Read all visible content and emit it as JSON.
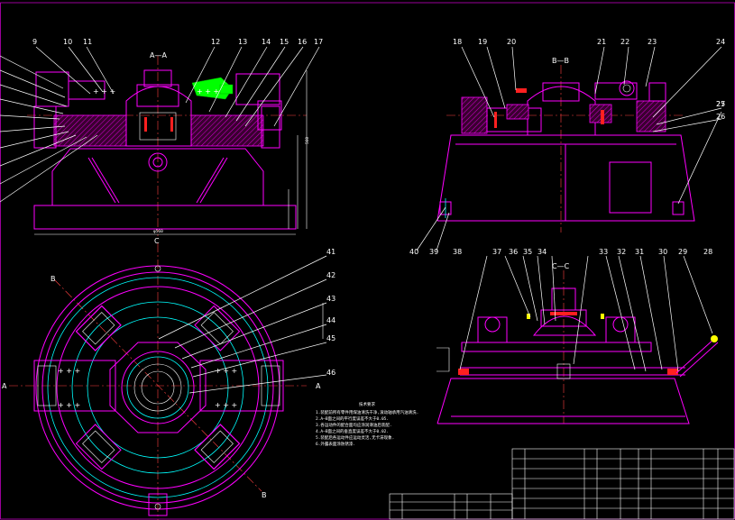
{
  "views": {
    "section_aa": "A—A",
    "section_bb": "B—B",
    "section_cc": "C—C",
    "mark_a_left": "A",
    "mark_a_right": "A",
    "mark_b_top": "B",
    "mark_b_bottom": "B",
    "mark_c_top": "C"
  },
  "callouts": [
    "9",
    "10",
    "11",
    "12",
    "13",
    "14",
    "15",
    "16",
    "17",
    "18",
    "19",
    "20",
    "21",
    "22",
    "23",
    "24",
    "25",
    "26",
    "27",
    "28",
    "29",
    "30",
    "31",
    "32",
    "33",
    "34",
    "35",
    "36",
    "37",
    "38",
    "39",
    "40",
    "41",
    "42",
    "43",
    "44",
    "45",
    "46"
  ],
  "notes": {
    "title": "技术要求",
    "lines": [
      "1.装配前所有零件用煤油清洗干净,滚动轴承用汽油清洗.",
      "2.A—B面之间的平行度误差不大于0.05.",
      "3.各运动件的配合面均应涂润滑油后装配.",
      "4.A—B面之间的垂直度误差不大于0.02.",
      "5.装配后各运动件应运动灵活,无卡滞现象.",
      "6.外露表面涂防锈漆."
    ]
  },
  "colors": {
    "background": "#000000",
    "outline": "#ff00ff",
    "construction": "#00ffff",
    "text": "#ffffff",
    "center_line": "#ff4040",
    "highlight": "#00ff00"
  }
}
